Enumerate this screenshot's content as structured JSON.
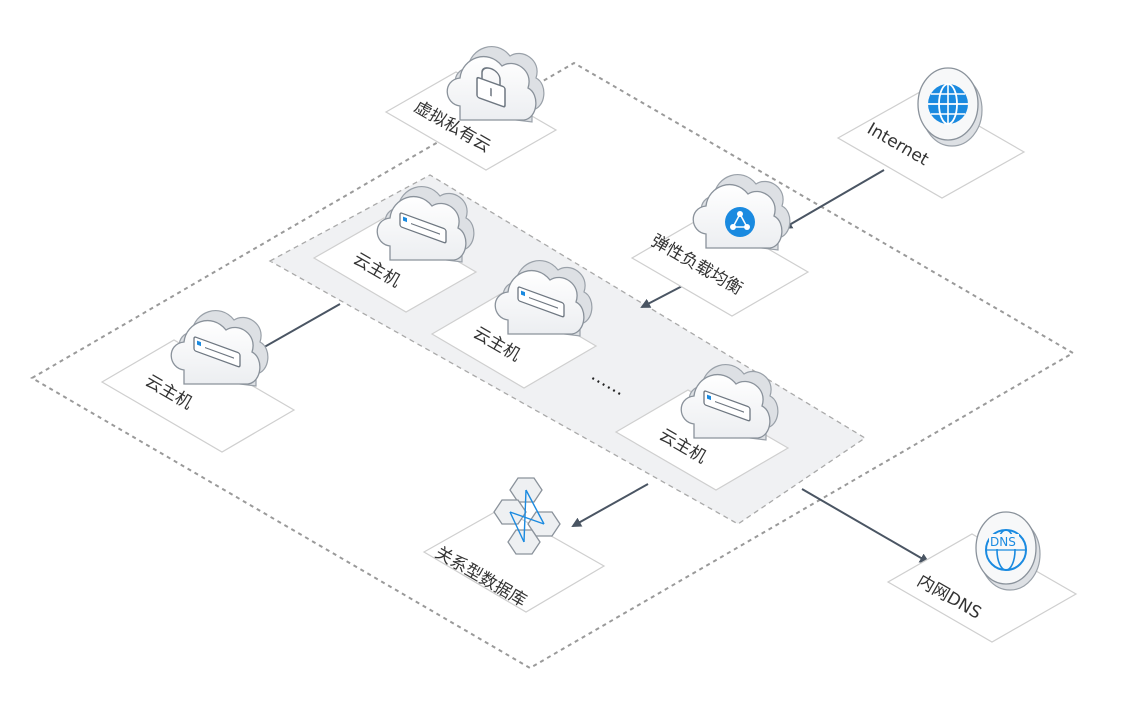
{
  "nodes": {
    "vpc": {
      "label": "虚拟私有云",
      "icon": "lock-cloud-icon"
    },
    "internet": {
      "label": "Internet",
      "icon": "globe-icon"
    },
    "elb": {
      "label": "弹性负载均衡",
      "icon": "share-network-cloud-icon"
    },
    "ecs_1": {
      "label": "云主机",
      "icon": "server-cloud-icon"
    },
    "ecs_2": {
      "label": "云主机",
      "icon": "server-cloud-icon"
    },
    "ecs_3": {
      "label": "云主机",
      "icon": "server-cloud-icon"
    },
    "ecs_standalone": {
      "label": "云主机",
      "icon": "server-cloud-icon"
    },
    "ellipsis": {
      "label": "……"
    },
    "rds": {
      "label": "关系型数据库",
      "icon": "hexagon-cluster-icon"
    },
    "dns": {
      "label": "内网DNS",
      "icon": "dns-globe-icon",
      "badge": "DNS"
    }
  },
  "colors": {
    "accent": "#1a8ae0",
    "arrow": "#4a5563",
    "dash": "#9a9a9a",
    "group_fill": "#f0f1f3"
  }
}
